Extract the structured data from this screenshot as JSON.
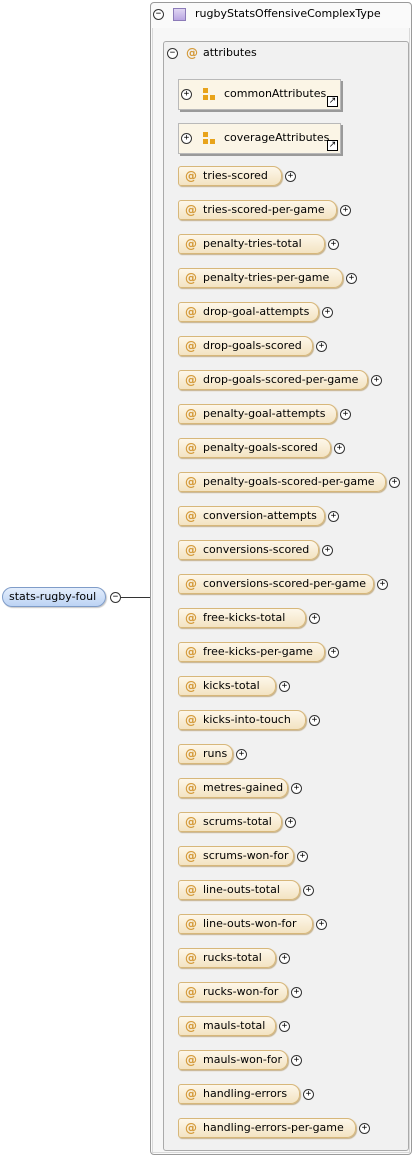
{
  "root_element": {
    "name": "stats-rugby-foul"
  },
  "complex_type": {
    "name": "rugbyStatsOffensiveComplexType"
  },
  "attributes_section": {
    "at_symbol": "@",
    "label": "attributes"
  },
  "toggles": {
    "expanded": "−",
    "collapsed": "+"
  },
  "link_glyph": "↗",
  "attribute_groups": [
    {
      "name": "commonAttributes"
    },
    {
      "name": "coverageAttributes"
    }
  ],
  "attributes": [
    {
      "name": "tries-scored"
    },
    {
      "name": "tries-scored-per-game"
    },
    {
      "name": "penalty-tries-total"
    },
    {
      "name": "penalty-tries-per-game"
    },
    {
      "name": "drop-goal-attempts"
    },
    {
      "name": "drop-goals-scored"
    },
    {
      "name": "drop-goals-scored-per-game"
    },
    {
      "name": "penalty-goal-attempts"
    },
    {
      "name": "penalty-goals-scored"
    },
    {
      "name": "penalty-goals-scored-per-game"
    },
    {
      "name": "conversion-attempts"
    },
    {
      "name": "conversions-scored"
    },
    {
      "name": "conversions-scored-per-game"
    },
    {
      "name": "free-kicks-total"
    },
    {
      "name": "free-kicks-per-game"
    },
    {
      "name": "kicks-total"
    },
    {
      "name": "kicks-into-touch"
    },
    {
      "name": "runs"
    },
    {
      "name": "metres-gained"
    },
    {
      "name": "scrums-total"
    },
    {
      "name": "scrums-won-for"
    },
    {
      "name": "line-outs-total"
    },
    {
      "name": "line-outs-won-for"
    },
    {
      "name": "rucks-total"
    },
    {
      "name": "rucks-won-for"
    },
    {
      "name": "mauls-total"
    },
    {
      "name": "mauls-won-for"
    },
    {
      "name": "handling-errors"
    },
    {
      "name": "handling-errors-per-game"
    }
  ]
}
